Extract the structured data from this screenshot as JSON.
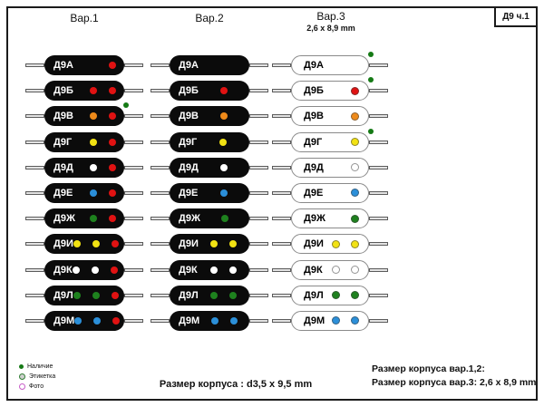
{
  "corner_tag": "Д9 ч.1",
  "columns": [
    {
      "title": "Вар.1",
      "subtitle": ""
    },
    {
      "title": "Вар.2",
      "subtitle": ""
    },
    {
      "title": "Вар.3",
      "subtitle": "2,6 x 8,9 mm"
    }
  ],
  "colors": {
    "red": "#e01212",
    "orange": "#ee8a1a",
    "yellow": "#f2e213",
    "white": "#ffffff",
    "blue": "#2b8fd9",
    "green": "#1e811e",
    "presence": "#157a15"
  },
  "rows": [
    {
      "label": "Д9А",
      "v1": [
        "red"
      ],
      "v2": [],
      "v3": [],
      "presence_v1": false,
      "presence_v3": true
    },
    {
      "label": "Д9Б",
      "v1": [
        "red",
        "red"
      ],
      "v2": [
        "red"
      ],
      "v3": [
        "red"
      ],
      "presence_v1": false,
      "presence_v3": true
    },
    {
      "label": "Д9В",
      "v1": [
        "orange",
        "red"
      ],
      "v2": [
        "orange"
      ],
      "v3": [
        "orange"
      ],
      "presence_v1": true,
      "presence_v3": false
    },
    {
      "label": "Д9Г",
      "v1": [
        "yellow",
        "red"
      ],
      "v2": [
        "yellow"
      ],
      "v3": [
        "yellow"
      ],
      "presence_v1": false,
      "presence_v3": true
    },
    {
      "label": "Д9Д",
      "v1": [
        "white",
        "red"
      ],
      "v2": [
        "white"
      ],
      "v3": [
        "white"
      ],
      "presence_v1": false,
      "presence_v3": false
    },
    {
      "label": "Д9Е",
      "v1": [
        "blue",
        "red"
      ],
      "v2": [
        "blue"
      ],
      "v3": [
        "blue"
      ],
      "presence_v1": false,
      "presence_v3": false
    },
    {
      "label": "Д9Ж",
      "v1": [
        "green",
        "red"
      ],
      "v2": [
        "green"
      ],
      "v3": [
        "green"
      ],
      "presence_v1": false,
      "presence_v3": false
    },
    {
      "label": "Д9И",
      "v1": [
        "yellow",
        "yellow",
        "red"
      ],
      "v2": [
        "yellow",
        "yellow"
      ],
      "v3": [
        "yellow",
        "yellow"
      ],
      "presence_v1": false,
      "presence_v3": false
    },
    {
      "label": "Д9К",
      "v1": [
        "white",
        "white",
        "red"
      ],
      "v2": [
        "white",
        "white"
      ],
      "v3": [
        "white",
        "white"
      ],
      "presence_v1": false,
      "presence_v3": false
    },
    {
      "label": "Д9Л",
      "v1": [
        "green",
        "green",
        "red"
      ],
      "v2": [
        "green",
        "green"
      ],
      "v3": [
        "green",
        "green"
      ],
      "presence_v1": false,
      "presence_v3": false
    },
    {
      "label": "Д9М",
      "v1": [
        "blue",
        "blue",
        "red"
      ],
      "v2": [
        "blue",
        "blue"
      ],
      "v3": [
        "blue",
        "blue"
      ],
      "presence_v1": false,
      "presence_v3": false
    }
  ],
  "legend": [
    {
      "type": "presence",
      "label": "Наличие"
    },
    {
      "type": "etiketka",
      "label": "Этикетка"
    },
    {
      "type": "photo",
      "label": "Фото"
    }
  ],
  "footer": {
    "center": "Размер корпуса : d3,5 x 9,5 mm",
    "right_line1": "Размер корпуса вар.1,2:",
    "right_line2": "Размер корпуса вар.3: 2,6 x 8,9 mm"
  }
}
